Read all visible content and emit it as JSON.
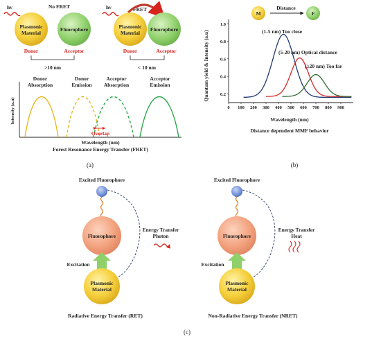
{
  "panel_a": {
    "tag": "(a)",
    "left_diagram": {
      "hv": "hv",
      "condition": "No FRET",
      "donor_circle_line1": "Plasmonic",
      "donor_circle_line2": "Material",
      "acceptor_circle": "Fluorophore",
      "donor_label": "Donor",
      "acceptor_label": "Acceptor",
      "distance": ">10 nm"
    },
    "right_diagram": {
      "hv": "hv",
      "condition": "FRET",
      "donor_circle_line1": "Plasmonic",
      "donor_circle_line2": "Material",
      "acceptor_circle": "Fluorophore",
      "donor_label": "Donor",
      "acceptor_label": "Acceptor",
      "distance": "< 10 nm"
    },
    "spectra": {
      "ylabel": "Intensity (a.u)",
      "xlabel": "Wavelength (nm)",
      "caption": "Forest Resonance Energy Transfer (FRET)",
      "overlap": "Overlap",
      "curves": [
        {
          "line1": "Donor",
          "line2": "Absorption",
          "color": "#e8b820",
          "style": "solid"
        },
        {
          "line1": "Donor",
          "line2": "Emission",
          "color": "#e8b820",
          "style": "dashed"
        },
        {
          "line1": "Acceptor",
          "line2": "Absorption",
          "color": "#2aa84a",
          "style": "dashed"
        },
        {
          "line1": "Acceptor",
          "line2": "Emission",
          "color": "#2aa84a",
          "style": "solid"
        }
      ]
    }
  },
  "panel_b": {
    "tag": "(b)",
    "badge_m": "M",
    "badge_f": "F",
    "distance_label": "Distance",
    "caption": "Distance dependent MMF behavior",
    "chart_data": {
      "type": "line",
      "xlabel": "Wavelength (nm)",
      "ylabel": "Quantum yield & Intensity (a.u)",
      "xlim": [
        0,
        1000
      ],
      "ylim": [
        0.1,
        1.05
      ],
      "x_ticks": [
        "0",
        "100",
        "200",
        "300",
        "400",
        "500",
        "600",
        "700",
        "800",
        "900"
      ],
      "y_ticks": [
        "0.2",
        "0.4",
        "0.6",
        "0.8",
        "1.0"
      ],
      "series": [
        {
          "color": "#1f3a6e",
          "baseline": 0.16,
          "peak_x": 440,
          "peak_y": 0.88,
          "width": 85
        },
        {
          "color": "#d62728",
          "baseline": 0.17,
          "peak_x": 570,
          "peak_y": 0.61,
          "width": 70
        },
        {
          "color": "#2e6b30",
          "baseline": 0.17,
          "peak_x": 700,
          "peak_y": 0.42,
          "width": 70
        }
      ],
      "annotations": [
        "(1-5 nm) Too close",
        "(5-20 nm) Optical distance",
        "(≥20 nm) Too far"
      ]
    }
  },
  "panel_c": {
    "tag": "(c)",
    "left": {
      "excited": "Excited Fluorophore",
      "fluorophore": "Fluorophore",
      "excitation": "Excitation",
      "plasmonic_line1": "Plasmonic",
      "plasmonic_line2": "Material",
      "transfer_line1": "Energy Transfer",
      "transfer_line2": "Photon",
      "caption": "Radiative Energy Transfer (RET)"
    },
    "right": {
      "excited": "Excited Fluorophore",
      "fluorophore": "Fluorophore",
      "excitation": "Excitation",
      "plasmonic_line1": "Plasmonic",
      "plasmonic_line2": "Material",
      "transfer_line1": "Energy Transfer",
      "transfer_line2": "Heat",
      "caption": "Non-Radiative Energy Transfer (NRET)"
    }
  },
  "colors": {
    "plasmonic": "#f5cf3a",
    "fluorophore_green": "#8fd06a",
    "fluorophore_orange": "#f2a07c",
    "excited": "#6f8fd8",
    "arrow_green": "#8fd06a",
    "red": "#d6231e"
  }
}
